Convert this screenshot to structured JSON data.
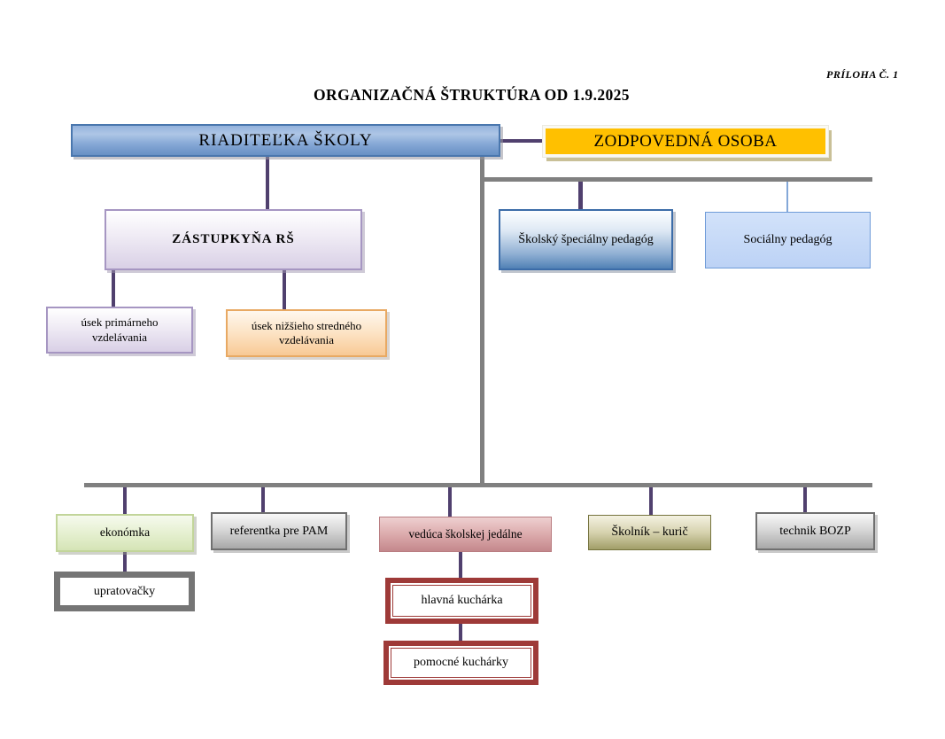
{
  "page": {
    "annex_label": "PRÍLOHA Č. 1",
    "title": "ORGANIZAČNÁ ŠTRUKTÚRA OD 1.9.2025"
  },
  "nodes": {
    "riaditelka": {
      "label": "RIADITEĽKA ŠKOLY"
    },
    "zodpovedna": {
      "label": "ZODPOVEDNÁ OSOBA"
    },
    "zastupkyna": {
      "label": "ZÁSTUPKYŇA RŠ"
    },
    "usek_primarneho": {
      "lines": [
        "úsek primárneho",
        "vzdelávania"
      ]
    },
    "usek_nizsieho": {
      "lines": [
        "úsek nižšieho stredného",
        "vzdelávania"
      ]
    },
    "spec_pedagog": {
      "label": "Školský špeciálny pedagóg"
    },
    "soc_pedagog": {
      "label": "Sociálny pedagóg"
    },
    "ekonomka": {
      "label": "ekonómka"
    },
    "referentka": {
      "label": "referentka pre PAM"
    },
    "veduca": {
      "label": "vedúca školskej jedálne"
    },
    "skolnik": {
      "label": "Školník – kurič"
    },
    "technik": {
      "label": "technik BOZP"
    },
    "upratovacky": {
      "label": "upratovačky"
    },
    "hlavna": {
      "label": "hlavná kuchárka"
    },
    "pomocne": {
      "label": "pomocné kuchárky"
    }
  },
  "colors": {
    "connector_purple": "#50406e",
    "connector_gray": "#808080",
    "connector_blue": "#84a8d8",
    "gold_fill": "#ffc000",
    "red_frame": "#9e3a38",
    "gray_frame": "#757575"
  }
}
